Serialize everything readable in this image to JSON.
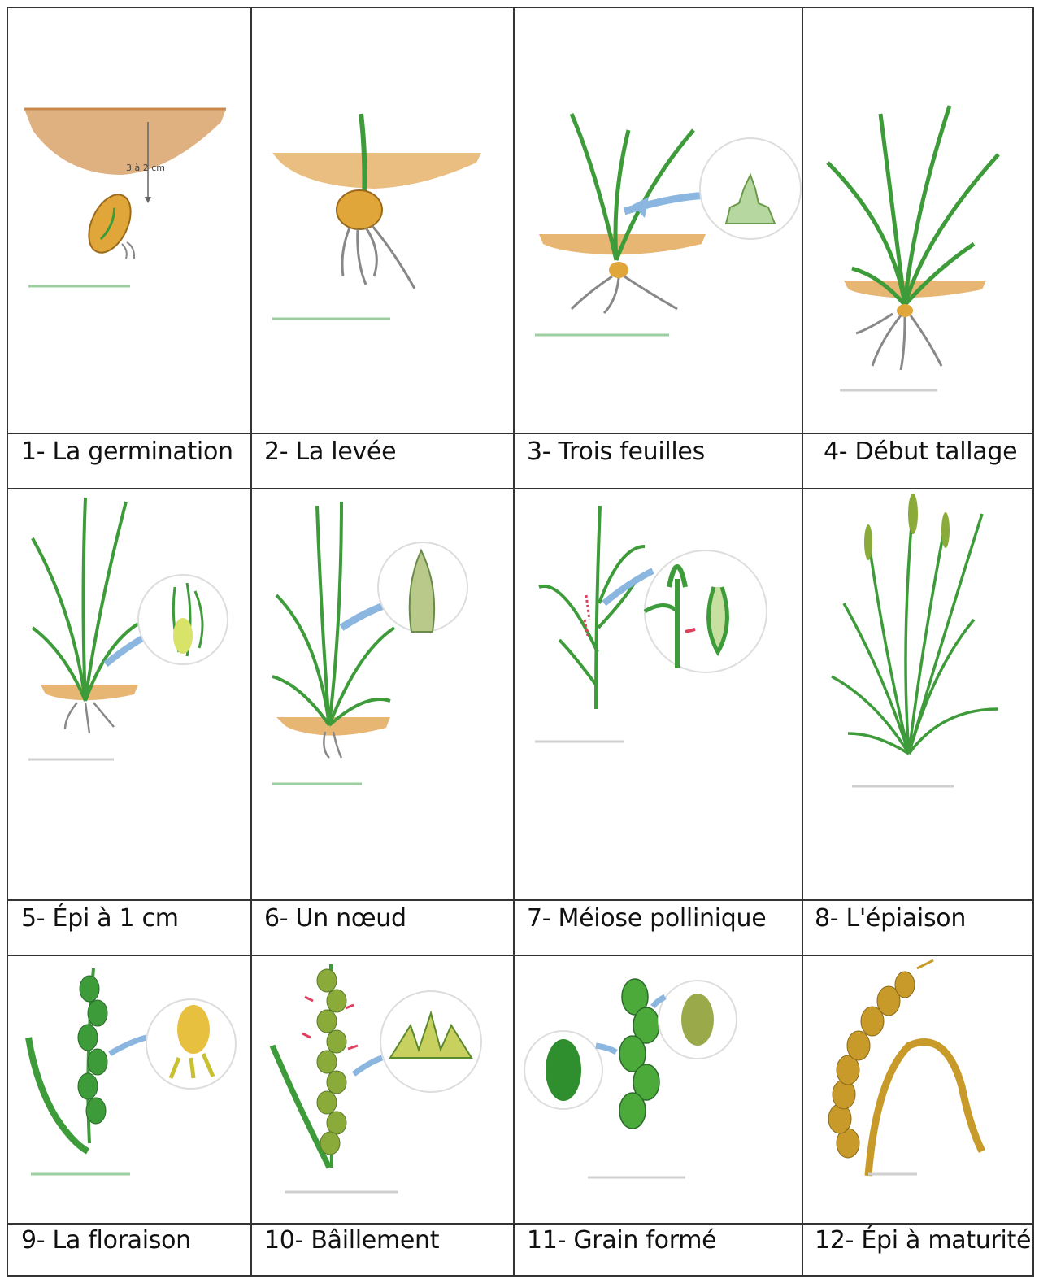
{
  "stages": [
    {
      "id": 1,
      "label": "1- La germination",
      "illustration": "germinating-seed-icon"
    },
    {
      "id": 2,
      "label": "2- La levée",
      "illustration": "emergence-seedling-icon"
    },
    {
      "id": 3,
      "label": "3- Trois feuilles",
      "illustration": "three-leaves-plant-icon"
    },
    {
      "id": 4,
      "label": "4- Début tallage",
      "illustration": "tillering-plant-icon"
    },
    {
      "id": 5,
      "label": "5- Épi à 1 cm",
      "illustration": "ear-1cm-plant-icon"
    },
    {
      "id": 6,
      "label": "6- Un nœud",
      "illustration": "one-node-plant-icon"
    },
    {
      "id": 7,
      "label": "7- Méiose pollinique",
      "illustration": "pollen-meiosis-plant-icon"
    },
    {
      "id": 8,
      "label": "8- L'épiaison",
      "illustration": "heading-plant-icon"
    },
    {
      "id": 9,
      "label": "9- La floraison",
      "illustration": "flowering-ear-icon"
    },
    {
      "id": 10,
      "label": "10- Bâillement",
      "illustration": "gaping-ear-icon"
    },
    {
      "id": 11,
      "label": "11- Grain formé",
      "illustration": "formed-grain-ear-icon"
    },
    {
      "id": 12,
      "label": "12- Épi à maturité",
      "illustration": "mature-ear-icon"
    }
  ],
  "depth_annotation": "3 à 2 cm",
  "colors": {
    "leaf": "#3d9b3a",
    "soil": "#d9a26a",
    "seed": "#e0a63a",
    "arrow": "#8ab6e0",
    "root": "#8a8a8a",
    "mature": "#c89a2a"
  }
}
